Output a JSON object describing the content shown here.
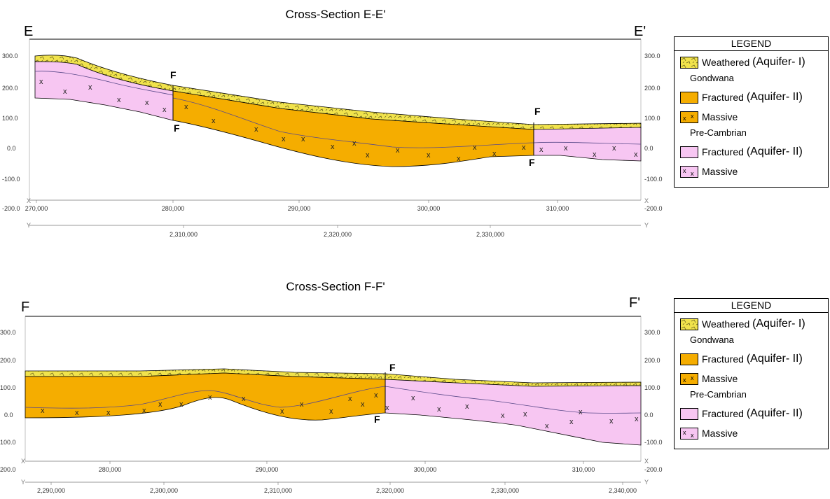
{
  "colors": {
    "weathered": "#f1e34c",
    "gondwana_fractured": "#f5ad00",
    "precambrian_fractured": "#f7c6f2",
    "line": "#000000",
    "contact": "#5a4a8a"
  },
  "sections": [
    {
      "title": "Cross-Section E-E'",
      "start_label": "E",
      "end_label": "E'",
      "elevation_ticks": [
        "300.0",
        "200.0",
        "100.0",
        "0.0",
        "-100.0",
        "-200.0"
      ],
      "elevation_ticks_right": [
        "300.0",
        "200.0",
        "100.0",
        "0.0",
        "-100.0",
        "-200.0"
      ],
      "x_ticks": [
        "270,000",
        "280,000",
        "290,000",
        "300,000",
        "310,000"
      ],
      "y_ticks": [
        "2,310,000",
        "2,320,000",
        "2,330,000"
      ],
      "axis_x_label": "X",
      "axis_y_label": "Y",
      "fault_labels": [
        "F",
        "F",
        "F",
        "F"
      ],
      "massive_mark": "x",
      "legend": {
        "title": "LEGEND",
        "weathered_label": "Weathered",
        "aquifer_1": "(Aquifer- I)",
        "gondwana_label": "Gondwana",
        "fractured_label": "Fractured",
        "aquifer_2": "(Aquifer- II)",
        "massive_label": "Massive",
        "precambrian_label": "Pre-Cambrian",
        "fractured_label_2": "Fractured",
        "aquifer_2b": "(Aquifer- II)",
        "massive_label_2": "Massive"
      }
    },
    {
      "title": "Cross-Section F-F'",
      "start_label": "F",
      "end_label": "F'",
      "elevation_ticks": [
        "300.0",
        "200.0",
        "100.0",
        "0.0",
        "100.0",
        "200.0"
      ],
      "elevation_ticks_right": [
        "300.0",
        "200.0",
        "100.0",
        "0.0",
        "-100.0",
        "-200.0"
      ],
      "x_ticks": [
        "280,000",
        "290,000",
        "300,000",
        "310,000"
      ],
      "y_ticks": [
        "2,290,000",
        "2,300,000",
        "2,310,000",
        "2,320,000",
        "2,330,000",
        "2,340,000"
      ],
      "axis_x_label": "X",
      "axis_y_label": "Y",
      "fault_labels": [
        "F",
        "F"
      ],
      "massive_mark": "x",
      "legend": {
        "title": "LEGEND",
        "weathered_label": "Weathered",
        "aquifer_1": "(Aquifer- I)",
        "gondwana_label": "Gondwana",
        "fractured_label": "Fractured",
        "aquifer_2": "(Aquifer- II)",
        "massive_label": "Massive",
        "precambrian_label": "Pre-Cambrian",
        "fractured_label_2": "Fractured",
        "aquifer_2b": "(Aquifer- II)",
        "massive_label_2": "Massive"
      }
    }
  ]
}
